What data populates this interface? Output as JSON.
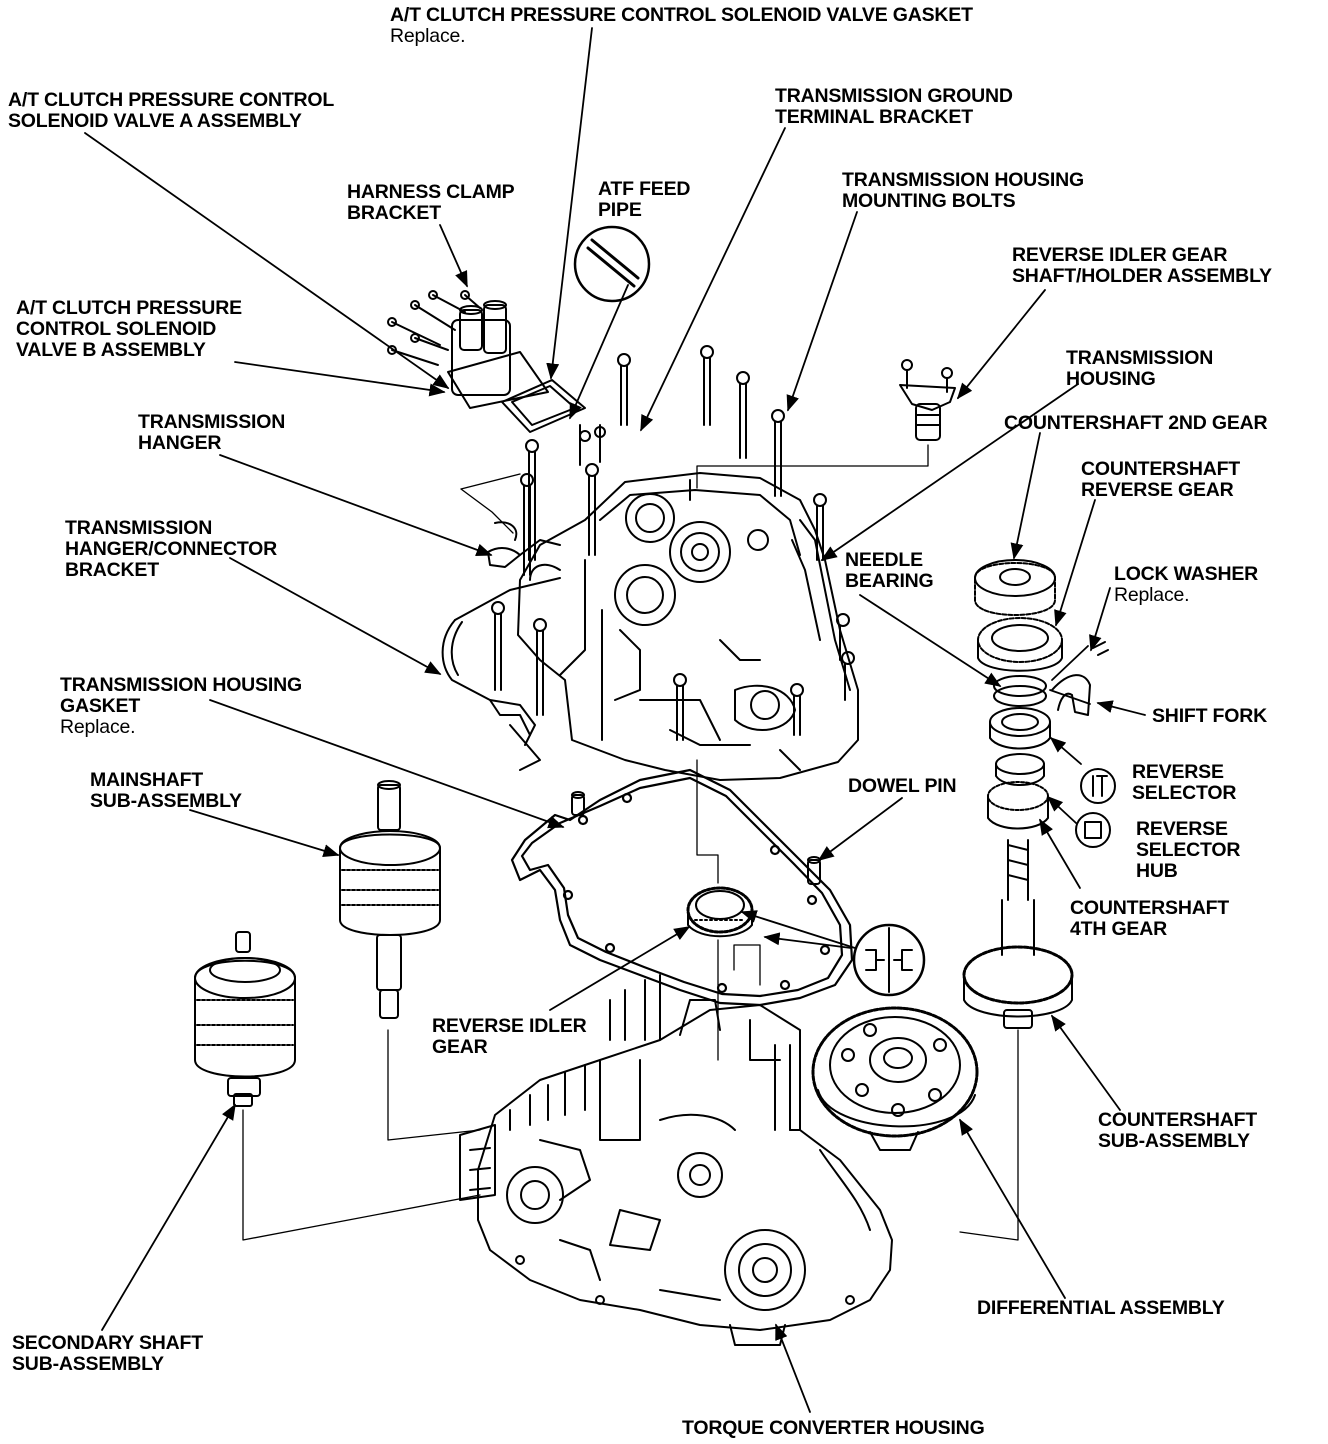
{
  "labels": {
    "gasket_solenoid": {
      "l1": "A/T CLUTCH PRESSURE CONTROL SOLENOID VALVE GASKET",
      "note": "Replace."
    },
    "solenoid_a": {
      "l1": "A/T CLUTCH PRESSURE CONTROL",
      "l2": "SOLENOID VALVE A ASSEMBLY"
    },
    "ground_bracket": {
      "l1": "TRANSMISSION GROUND",
      "l2": "TERMINAL BRACKET"
    },
    "harness_clamp": {
      "l1": "HARNESS CLAMP",
      "l2": "BRACKET"
    },
    "atf_pipe": {
      "l1": "ATF FEED",
      "l2": "PIPE"
    },
    "housing_bolts": {
      "l1": "TRANSMISSION HOUSING",
      "l2": "MOUNTING BOLTS"
    },
    "reverse_idler_shaft": {
      "l1": "REVERSE IDLER GEAR",
      "l2": "SHAFT/HOLDER ASSEMBLY"
    },
    "solenoid_b": {
      "l1": "A/T CLUTCH PRESSURE",
      "l2": "CONTROL SOLENOID",
      "l3": "VALVE B ASSEMBLY"
    },
    "trans_housing": {
      "l1": "TRANSMISSION",
      "l2": "HOUSING"
    },
    "trans_hanger": {
      "l1": "TRANSMISSION",
      "l2": "HANGER"
    },
    "cs_2nd_gear": {
      "l1": "COUNTERSHAFT 2ND GEAR"
    },
    "cs_reverse_gear": {
      "l1": "COUNTERSHAFT",
      "l2": "REVERSE GEAR"
    },
    "hanger_connector": {
      "l1": "TRANSMISSION",
      "l2": "HANGER/CONNECTOR",
      "l3": "BRACKET"
    },
    "needle_bearing": {
      "l1": "NEEDLE",
      "l2": "BEARING"
    },
    "lock_washer": {
      "l1": "LOCK WASHER",
      "note": "Replace."
    },
    "housing_gasket": {
      "l1": "TRANSMISSION HOUSING",
      "l2": "GASKET",
      "note": "Replace."
    },
    "shift_fork": {
      "l1": "SHIFT FORK"
    },
    "mainshaft": {
      "l1": "MAINSHAFT",
      "l2": "SUB-ASSEMBLY"
    },
    "dowel_pin": {
      "l1": "DOWEL PIN"
    },
    "reverse_selector": {
      "l1": "REVERSE",
      "l2": "SELECTOR"
    },
    "reverse_selector_hub": {
      "l1": "REVERSE",
      "l2": "SELECTOR",
      "l3": "HUB"
    },
    "cs_4th_gear": {
      "l1": "COUNTERSHAFT",
      "l2": "4TH GEAR"
    },
    "reverse_idler_gear": {
      "l1": "REVERSE IDLER",
      "l2": "GEAR"
    },
    "cs_sub": {
      "l1": "COUNTERSHAFT",
      "l2": "SUB-ASSEMBLY"
    },
    "differential": {
      "l1": "DIFFERENTIAL ASSEMBLY"
    },
    "secondary_shaft": {
      "l1": "SECONDARY SHAFT",
      "l2": "SUB-ASSEMBLY"
    },
    "torque_converter": {
      "l1": "TORQUE CONVERTER HOUSING"
    }
  }
}
